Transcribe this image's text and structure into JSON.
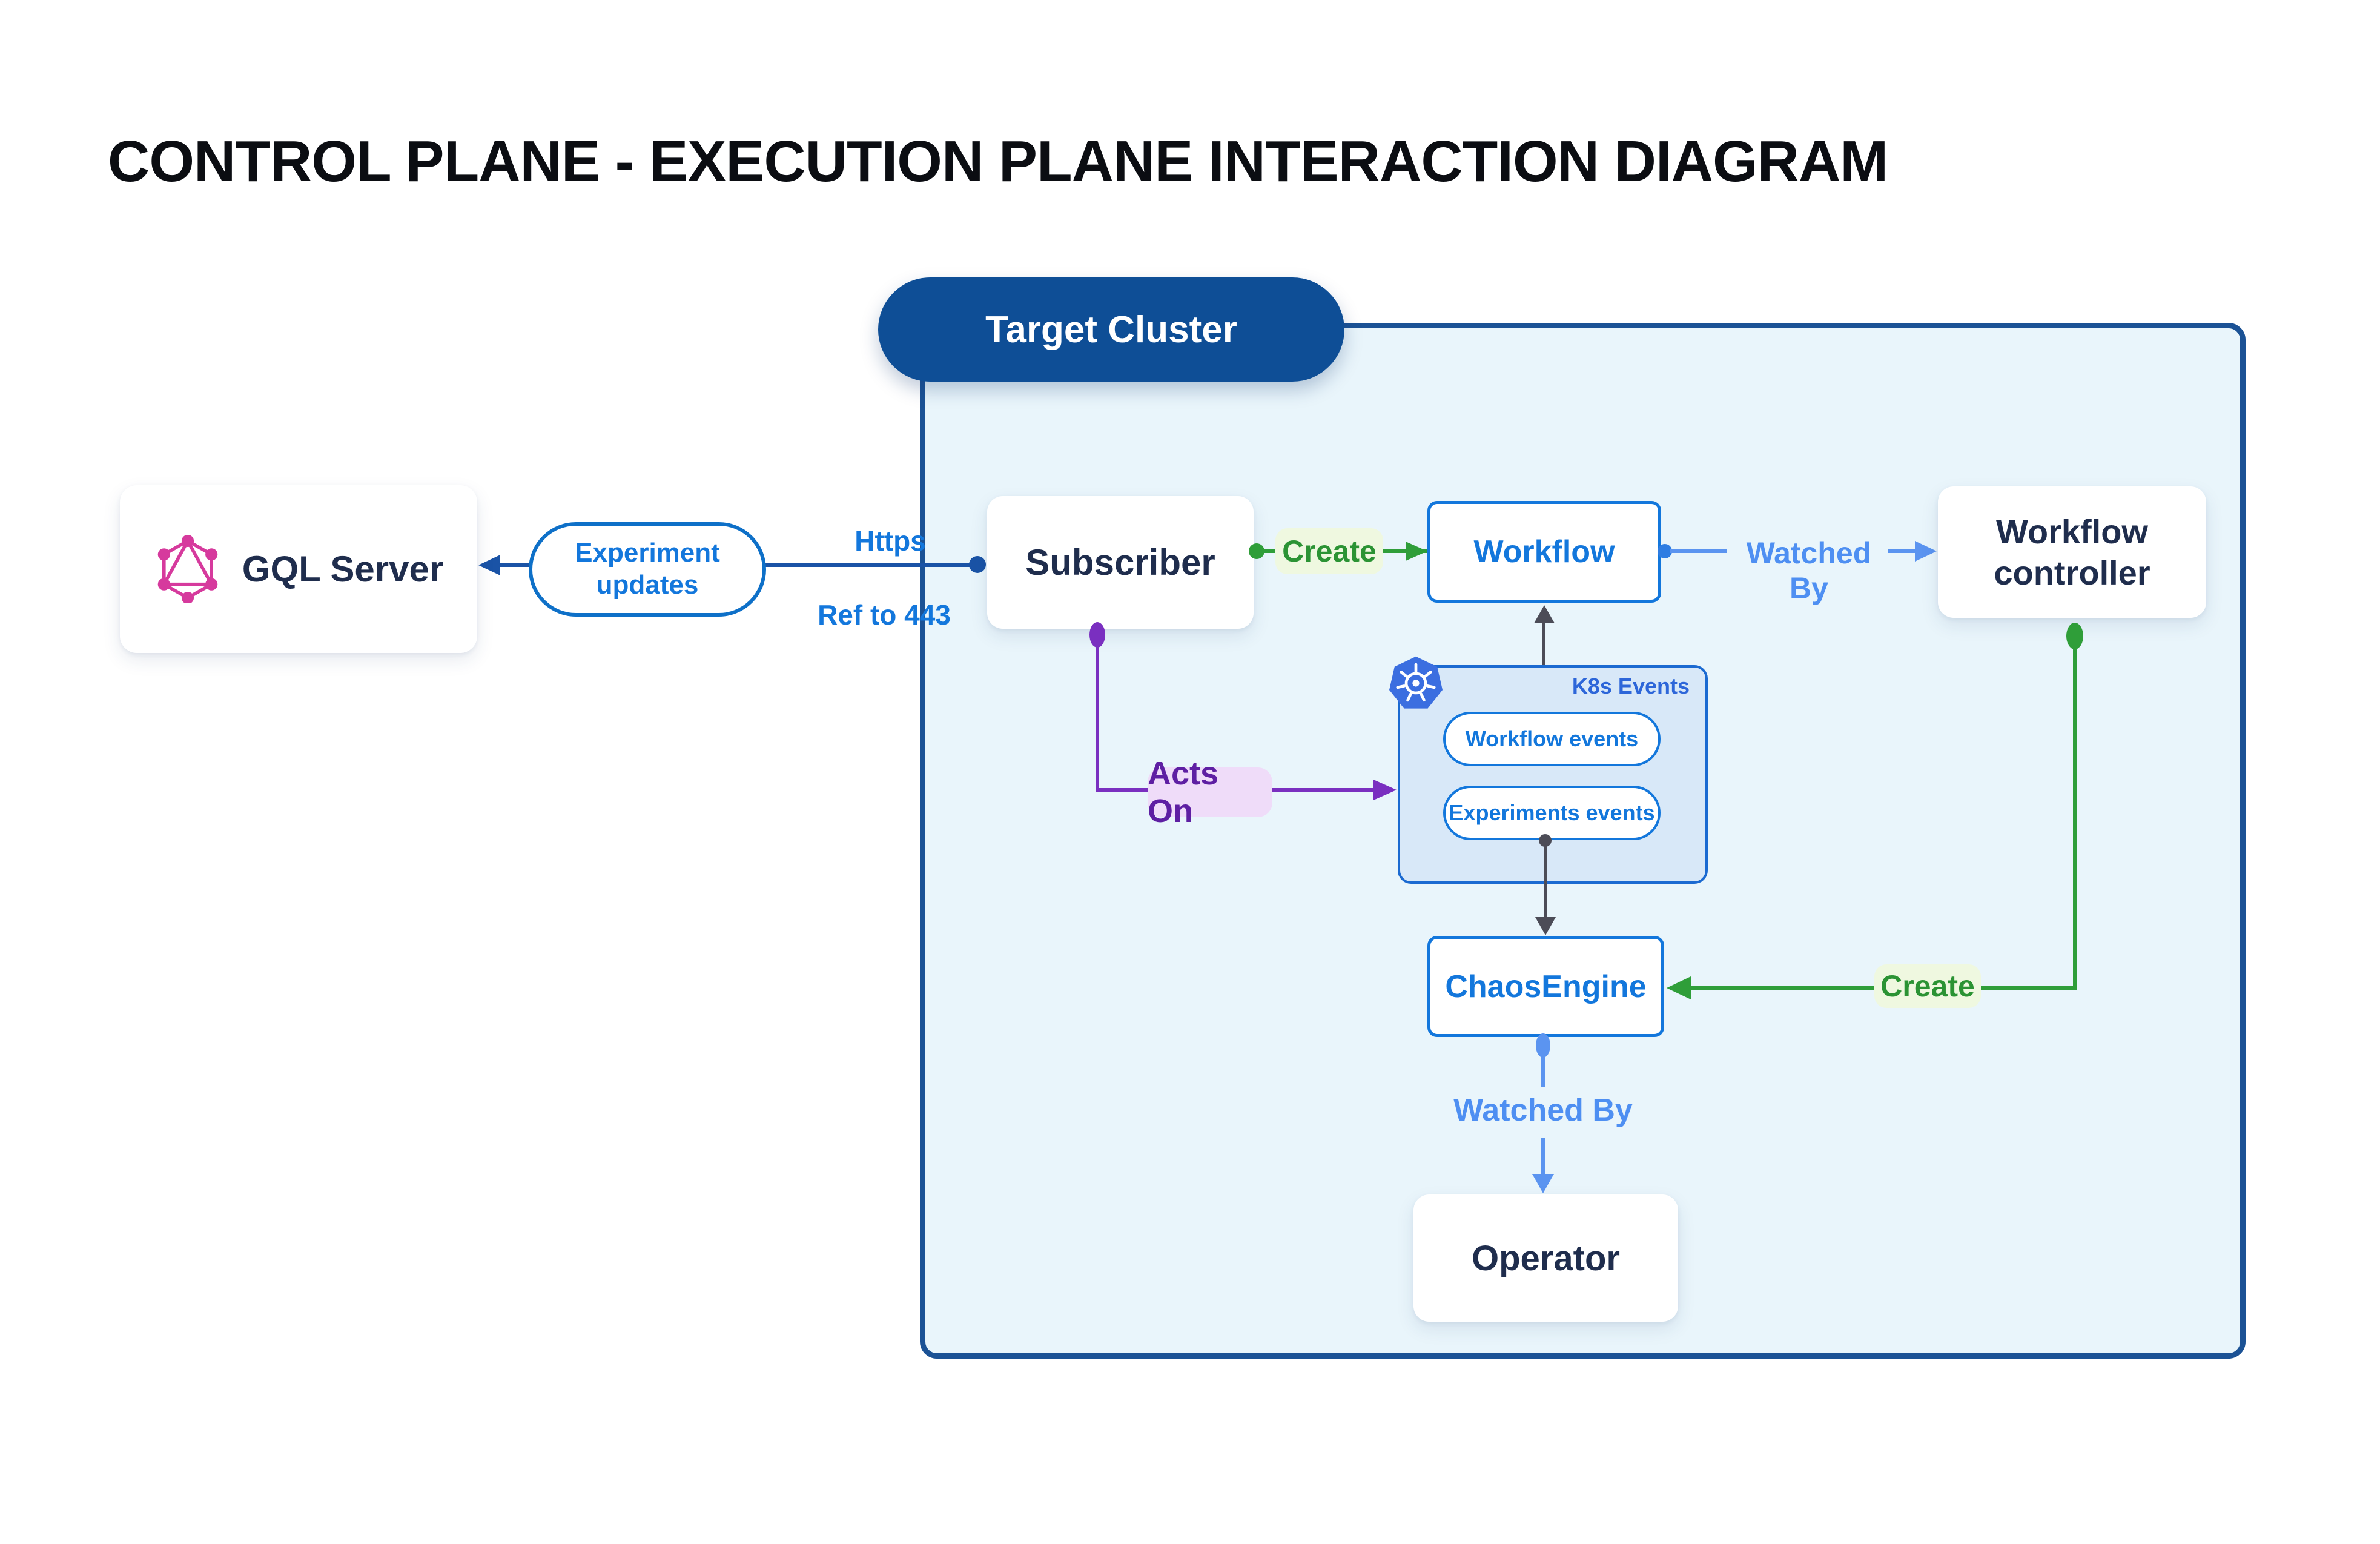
{
  "title": "CONTROL PLANE - EXECUTION PLANE INTERACTION DIAGRAM",
  "cluster": {
    "label": "Target Cluster"
  },
  "nodes": {
    "gql_server": "GQL Server",
    "subscriber": "Subscriber",
    "workflow": "Workflow",
    "workflow_controller": "Workflow controller",
    "chaos_engine": "ChaosEngine",
    "operator": "Operator"
  },
  "k8s_events": {
    "label": "K8s Events",
    "pills": [
      "Workflow events",
      "Experiments events"
    ],
    "icon": "kubernetes-icon"
  },
  "edges": {
    "experiment_updates": "Experiment updates",
    "https": "Https",
    "ref_443": "Ref to 443",
    "create_workflow": "Create",
    "watched_by_workflow": "Watched By",
    "acts_on": "Acts On",
    "create_chaosengine": "Create",
    "watched_by_operator": "Watched By"
  },
  "icons": {
    "graphql": "graphql-icon",
    "kubernetes": "kubernetes-icon"
  },
  "colors": {
    "cluster_bg": "#e9f5fb",
    "cluster_border": "#1b5295",
    "cluster_pill_bg": "#0e4e96",
    "navy_text": "#1f2d4d",
    "blue_primary": "#1377dc",
    "dark_blue_line": "#1a53a6",
    "light_blue": "#4e8ff2",
    "green": "#2f9e39",
    "green_label_bg": "#eff8e0",
    "purple": "#7a2fc0",
    "purple_label_bg": "#efdcf9",
    "gray_line": "#4c4c57",
    "k8s_box_bg": "#d8e8f8",
    "graphql_pink": "#d63a9d",
    "kubernetes_blue": "#3b6ee0"
  }
}
